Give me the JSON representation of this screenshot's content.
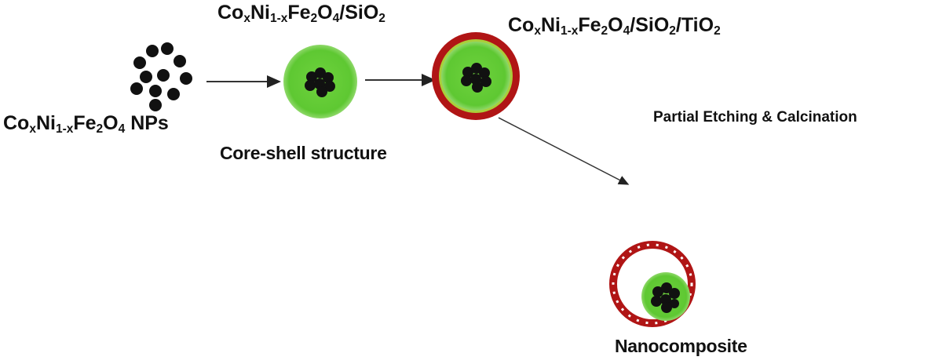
{
  "labels": {
    "nanoparticles": [
      {
        "t": "Co"
      },
      {
        "s": "x"
      },
      {
        "t": "Ni"
      },
      {
        "s": "1-x"
      },
      {
        "t": "Fe"
      },
      {
        "s": "2"
      },
      {
        "t": "O"
      },
      {
        "s": "4"
      },
      {
        "t": " NPs"
      }
    ],
    "core_shell_formula": [
      {
        "t": "Co"
      },
      {
        "s": "x"
      },
      {
        "t": "Ni"
      },
      {
        "s": "1-x"
      },
      {
        "t": "Fe"
      },
      {
        "s": "2"
      },
      {
        "t": "O"
      },
      {
        "s": "4"
      },
      {
        "t": "/SiO"
      },
      {
        "s": "2"
      }
    ],
    "triple_formula": [
      {
        "t": "Co"
      },
      {
        "s": "x"
      },
      {
        "t": "Ni"
      },
      {
        "s": "1-x"
      },
      {
        "t": "Fe"
      },
      {
        "s": "2"
      },
      {
        "t": "O"
      },
      {
        "s": "4"
      },
      {
        "t": "/SiO"
      },
      {
        "s": "2"
      },
      {
        "t": "/TiO"
      },
      {
        "s": "2"
      }
    ],
    "core_shell_caption": "Core-shell structure",
    "process_step": "Partial Etching & Calcination",
    "final_product": "Nanocomposite"
  },
  "colors": {
    "silica_green": "#5ec832",
    "titania_red": "#b01515",
    "particle_black": "#111111"
  }
}
